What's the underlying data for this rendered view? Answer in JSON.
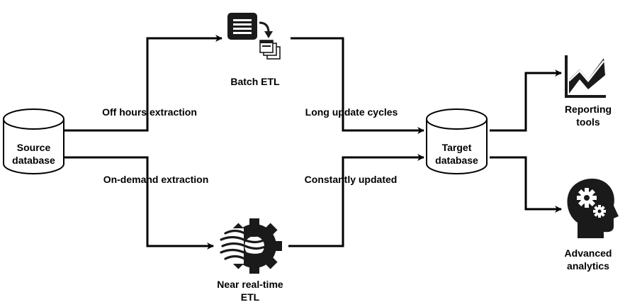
{
  "nodes": {
    "source": {
      "label_line1": "Source",
      "label_line2": "database"
    },
    "target": {
      "label_line1": "Target",
      "label_line2": "database"
    },
    "batch_etl": {
      "label": "Batch ETL"
    },
    "realtime_etl": {
      "label_line1": "Near real-time",
      "label_line2": "ETL"
    },
    "reporting": {
      "label_line1": "Reporting",
      "label_line2": "tools"
    },
    "analytics": {
      "label_line1": "Advanced",
      "label_line2": "analytics"
    }
  },
  "edges": {
    "off_hours": "Off hours extraction",
    "on_demand": "On-demand extraction",
    "long_cycles": "Long update cycles",
    "constantly": "Constantly updated"
  }
}
